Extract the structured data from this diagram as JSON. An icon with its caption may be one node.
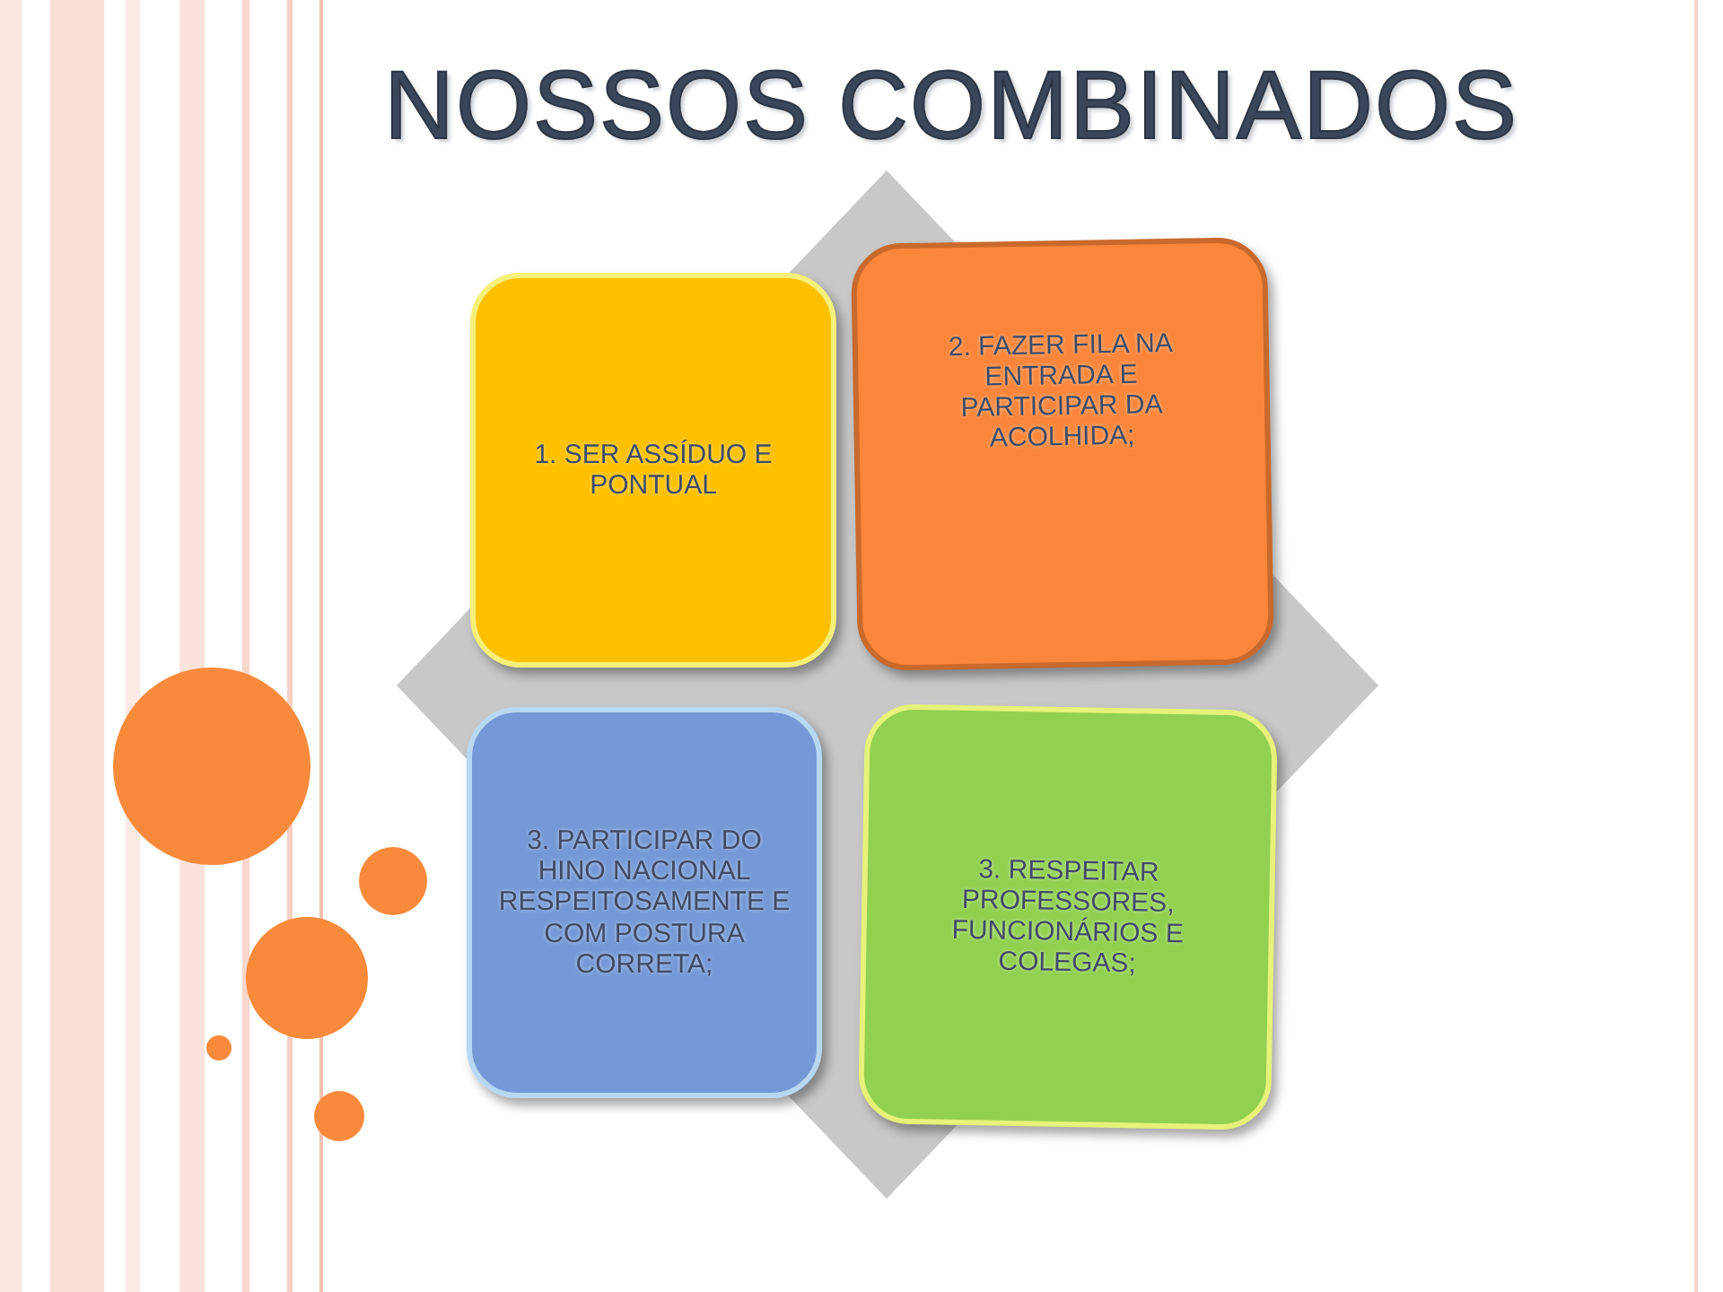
{
  "diagram": {
    "title": "NOSSOS COMBINADOS",
    "nodes": [
      {
        "text": [
          "1. SER ASSÍDUO E PONTUAL"
        ]
      },
      {
        "text": [
          "2. FAZER FILA NA ENTRADA E PARTICIPAR DA ACOLHIDA;"
        ]
      },
      {
        "text": [
          "3. PARTICIPAR DO HINO NACIONAL RESPEITOSAMENTE E COM POSTURA CORRETA;"
        ]
      },
      {
        "text": [
          "3. RESPEITAR PROFESSORES, FUNCIONÁRIOS E COLEGAS;"
        ]
      }
    ],
    "edges": []
  }
}
